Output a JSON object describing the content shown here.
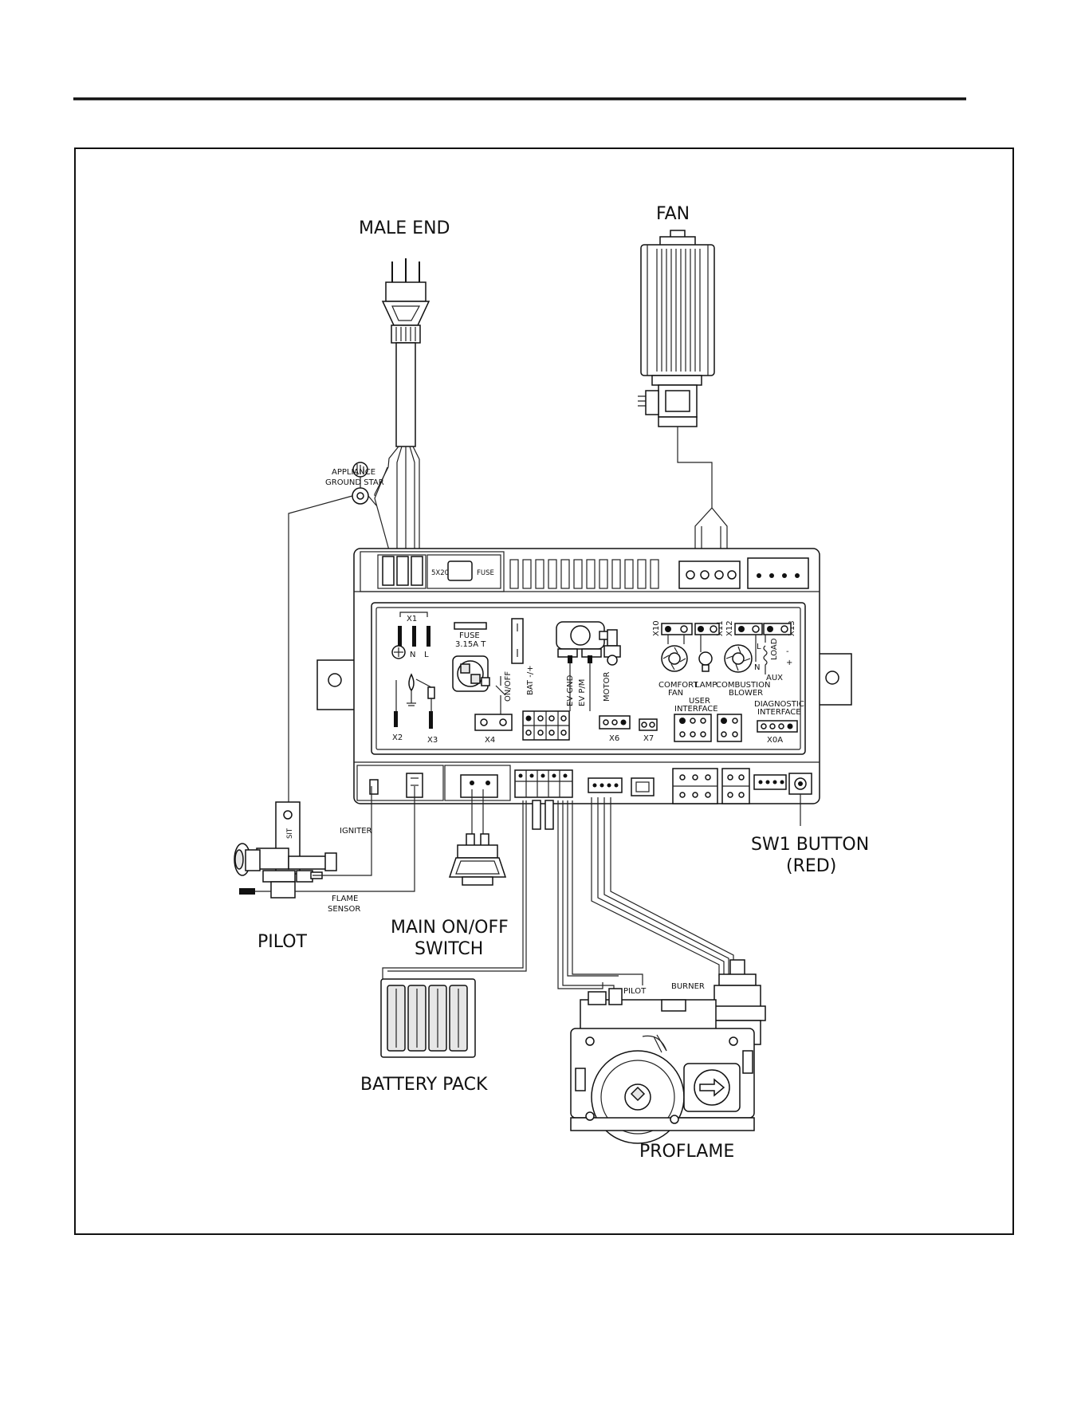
{
  "labels": {
    "male_end": "MALE END",
    "fan": "FAN",
    "appliance_ground_star_1": "APPLIANCE",
    "appliance_ground_star_2": "GROUND STAR",
    "igniter": "IGNITER",
    "flame_sensor_1": "FLAME",
    "flame_sensor_2": "SENSOR",
    "pilot": "PILOT",
    "main_switch_1": "MAIN ON/OFF",
    "main_switch_2": "SWITCH",
    "sw1_button_1": "SW1 BUTTON",
    "sw1_button_2": "(RED)",
    "battery_pack": "BATTERY PACK",
    "proflame": "PROFLAME",
    "valve_pilot": "PILOT",
    "valve_burner": "BURNER",
    "pilot_sit": "SIT"
  },
  "board": {
    "x1": "X1",
    "n": "N",
    "l": "L",
    "fuse_1": "FUSE",
    "fuse_2": "3.15A T",
    "x2": "X2",
    "x3": "X3",
    "x4": "X4",
    "on_off": "ON/OFF",
    "bat": "BAT -/+",
    "ev_gnd": "EV GND",
    "ev_pm": "EV P/M",
    "motor": "MOTOR",
    "x6": "X6",
    "x7": "X7",
    "x10": "X10",
    "x11": "X11",
    "x12": "X12",
    "x13": "X13",
    "load": "LOAD",
    "comfort_fan_1": "COMFORT",
    "comfort_fan_2": "FAN",
    "lamp": "LAMP",
    "combustion_blower_1": "COMBUSTION",
    "combustion_blower_2": "BLOWER",
    "aux": "AUX",
    "user_interface_1": "USER",
    "user_interface_2": "INTERFACE",
    "diagnostic_interface_1": "DIAGNOSTIC",
    "diagnostic_interface_2": "INTERFACE",
    "x0a": "X0A",
    "fuse_top": "FUSE",
    "sx20": "5X20"
  }
}
